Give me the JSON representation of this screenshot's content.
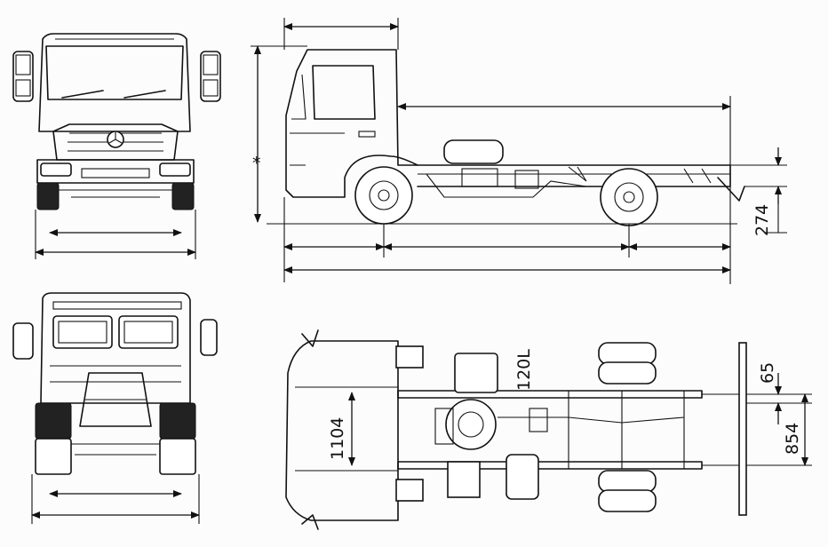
{
  "drawing": {
    "views": [
      "front-view",
      "side-view",
      "rear-view",
      "top-view"
    ],
    "labels": {
      "rear_overhang_height": "274",
      "tank": "120L",
      "frame_width": "1104",
      "frame_offset": "65",
      "frame_outer": "854",
      "height_marker": "*"
    }
  }
}
